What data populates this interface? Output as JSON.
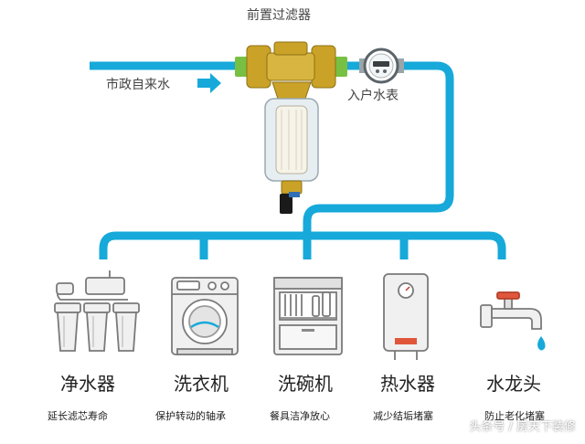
{
  "title": "前置过滤器",
  "inlet_label": "市政自来水",
  "meter_label": "入户水表",
  "colors": {
    "pipe": "#16a9d9",
    "brass": "#c9a227",
    "green": "#78c043",
    "icon_stroke": "#7a7a7a",
    "icon_fill": "#f0f0f0"
  },
  "appliances": [
    {
      "name": "净水器",
      "desc": "延长滤芯寿命",
      "icon": "water-purifier-icon"
    },
    {
      "name": "洗衣机",
      "desc": "保护转动的轴承",
      "icon": "washing-machine-icon"
    },
    {
      "name": "洗碗机",
      "desc": "餐具洁净放心",
      "icon": "dishwasher-icon"
    },
    {
      "name": "热水器",
      "desc": "减少结垢堵塞",
      "icon": "water-heater-icon"
    },
    {
      "name": "水龙头",
      "desc": "防止老化堵塞",
      "icon": "faucet-icon"
    }
  ],
  "watermark": "头条号 / 房天下装修"
}
